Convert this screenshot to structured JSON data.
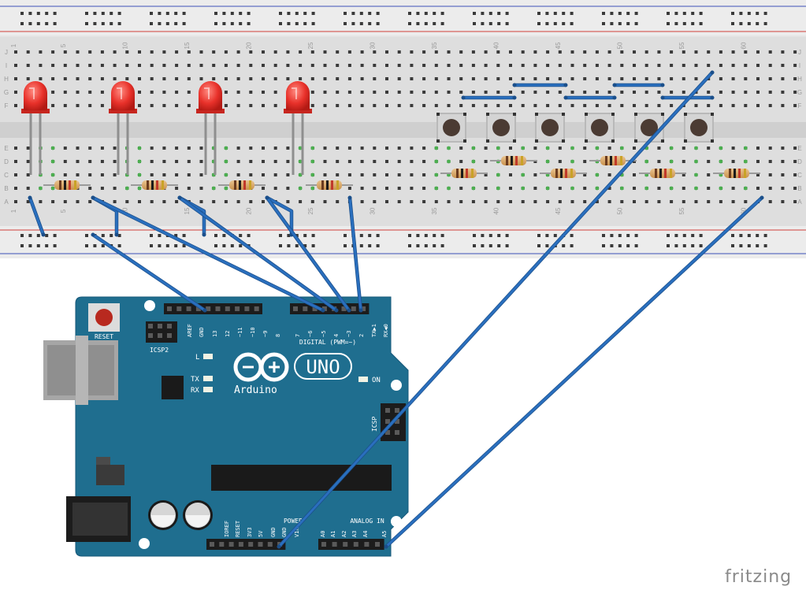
{
  "breadboard": {
    "column_numbers": [
      "1",
      "5",
      "10",
      "15",
      "20",
      "25",
      "30",
      "35",
      "40",
      "45",
      "50",
      "55",
      "60"
    ],
    "row_letters_top": [
      "F",
      "G",
      "H",
      "I",
      "J"
    ],
    "row_letters_bottom": [
      "A",
      "B",
      "C",
      "D",
      "E"
    ]
  },
  "components": {
    "led_count": 4,
    "pushbutton_count": 6,
    "resistor_count": 10,
    "led_color": "#e8312a",
    "resistor_color": "#d9a86a",
    "wire_color": "#2a6fbe",
    "board_color": "#1f6e8f"
  },
  "arduino": {
    "reset_label": "RESET",
    "icsp2_label": "ICSP2",
    "icsp_label": "ICSP",
    "l_label": "L",
    "tx_label": "TX",
    "rx_label": "RX",
    "on_label": "ON",
    "digital_label": "DIGITAL (PWM=~)",
    "power_label": "POWER",
    "analog_label": "ANALOG IN",
    "uno_label": "UNO",
    "brand_label": "Arduino",
    "digital_pins": [
      "AREF",
      "GND",
      "13",
      "12",
      "~11",
      "~10",
      "~9",
      "8",
      "7",
      "~6",
      "~5",
      "4",
      "~3",
      "2",
      "TX▶1",
      "RX◀0"
    ],
    "power_pins": [
      "IOREF",
      "RESET",
      "3V3",
      "5V",
      "GND",
      "GND",
      "VIN"
    ],
    "analog_pins": [
      "A0",
      "A1",
      "A2",
      "A3",
      "A4",
      "A5"
    ]
  },
  "watermark": "fritzing"
}
